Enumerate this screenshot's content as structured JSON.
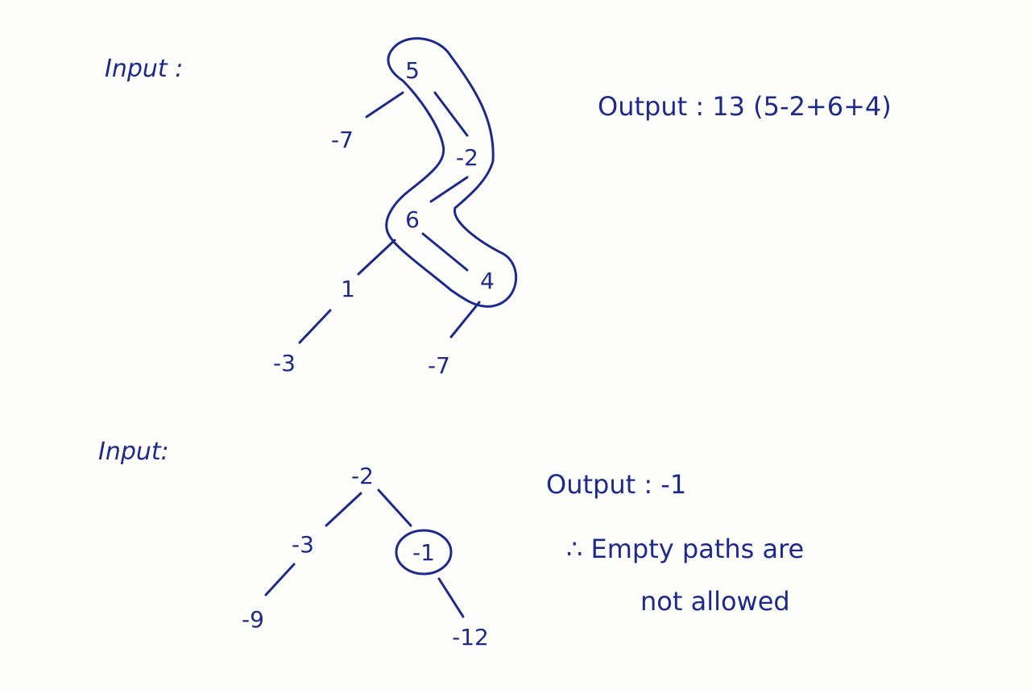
{
  "example1": {
    "input_label": "Input :",
    "output_text": "Output : 13 (5-2+6+4)",
    "nodes": [
      "5",
      "-7",
      "-2",
      "6",
      "1",
      "4",
      "-3",
      "-7"
    ]
  },
  "example2": {
    "input_label": "Input:",
    "output_text": "Output : -1",
    "note_line1": "∴ Empty paths are",
    "note_line2": "not allowed",
    "nodes": [
      "-2",
      "-3",
      "-1",
      "-9",
      "-12"
    ]
  },
  "colors": {
    "ink": "#1d2a8c",
    "paper": "#fdfdfc"
  }
}
